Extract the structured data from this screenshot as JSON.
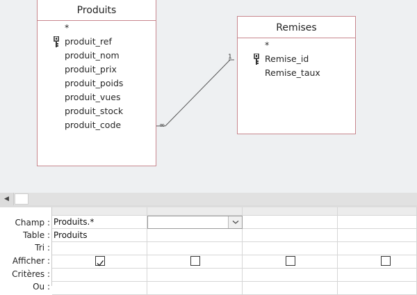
{
  "tables": [
    {
      "name": "Produits",
      "fields": [
        {
          "label": "*",
          "key": false
        },
        {
          "label": "produit_ref",
          "key": true
        },
        {
          "label": "produit_nom",
          "key": false
        },
        {
          "label": "produit_prix",
          "key": false
        },
        {
          "label": "produit_poids",
          "key": false
        },
        {
          "label": "produit_vues",
          "key": false
        },
        {
          "label": "produit_stock",
          "key": false
        },
        {
          "label": "produit_code",
          "key": false
        }
      ]
    },
    {
      "name": "Remises",
      "fields": [
        {
          "label": "*",
          "key": false
        },
        {
          "label": "Remise_id",
          "key": true
        },
        {
          "label": "Remise_taux",
          "key": false
        }
      ]
    }
  ],
  "relationship": {
    "many_symbol": "∞",
    "one_symbol": "1"
  },
  "grid": {
    "row_labels": [
      "Champ :",
      "Table :",
      "Tri :",
      "Afficher :",
      "Critères :",
      "Ou :"
    ],
    "columns": [
      {
        "champ": "Produits.*",
        "table": "Produits",
        "afficher": true
      },
      {
        "champ": "",
        "table": "",
        "afficher": false
      },
      {
        "champ": "",
        "table": "",
        "afficher": false
      },
      {
        "champ": "",
        "table": "",
        "afficher": false
      }
    ]
  },
  "scroll": {
    "left_arrow": "◀"
  },
  "colors": {
    "table_border": "#c7868d",
    "canvas_bg": "#eef0f2",
    "grid_line": "#d6d6d6"
  }
}
